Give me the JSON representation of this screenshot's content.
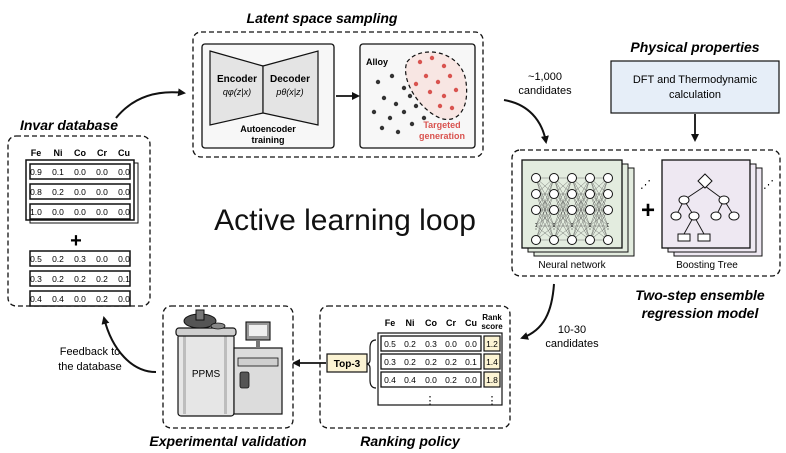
{
  "title": "Active learning loop",
  "invar_db": {
    "title": "Invar database",
    "columns": [
      "Fe",
      "Ni",
      "Co",
      "Cr",
      "Cu"
    ],
    "rows_top": [
      [
        "0.9",
        "0.1",
        "0.0",
        "0.0",
        "0.0"
      ],
      [
        "0.8",
        "0.2",
        "0.0",
        "0.0",
        "0.0"
      ],
      [
        "1.0",
        "0.0",
        "0.0",
        "0.0",
        "0.0"
      ]
    ],
    "plus": "+",
    "rows_bottom": [
      [
        "0.5",
        "0.2",
        "0.3",
        "0.0",
        "0.0"
      ],
      [
        "0.3",
        "0.2",
        "0.2",
        "0.2",
        "0.1"
      ],
      [
        "0.4",
        "0.4",
        "0.0",
        "0.2",
        "0.0"
      ]
    ]
  },
  "latent": {
    "title": "Latent space sampling",
    "encoder_label": "Encoder",
    "encoder_formula": "qφ(z|x)",
    "decoder_label": "Decoder",
    "decoder_formula": "pθ(x|z)",
    "autoencoder_line1": "Autoencoder",
    "autoencoder_line2": "training",
    "alloy_label": "Alloy",
    "targeted_line1": "Targeted",
    "targeted_line2": "generation"
  },
  "candidates_1000": {
    "line1": "~1,000",
    "line2": "candidates"
  },
  "physical": {
    "title": "Physical properties",
    "box_line1": "DFT and Thermodynamic",
    "box_line2": "calculation"
  },
  "regression": {
    "nn_label": "Neural network",
    "plus": "+",
    "bt_label": "Boosting Tree",
    "title_line1": "Two-step ensemble",
    "title_line2": "regression model"
  },
  "candidates_10_30": {
    "line1": "10-30",
    "line2": "candidates"
  },
  "ranking": {
    "title": "Ranking policy",
    "columns": [
      "Fe",
      "Ni",
      "Co",
      "Cr",
      "Cu"
    ],
    "rank_header_line1": "Rank",
    "rank_header_line2": "score",
    "rows": [
      [
        "0.5",
        "0.2",
        "0.3",
        "0.0",
        "0.0"
      ],
      [
        "0.3",
        "0.2",
        "0.2",
        "0.2",
        "0.1"
      ],
      [
        "0.4",
        "0.4",
        "0.0",
        "0.2",
        "0.0"
      ]
    ],
    "scores": [
      "1.2",
      "1.4",
      "1.8"
    ],
    "top_label": "Top-3"
  },
  "experimental": {
    "title": "Experimental validation",
    "device_label": "PPMS"
  },
  "feedback": {
    "line1": "Feedback to",
    "line2": "the database"
  },
  "colors": {
    "panel_bg": "#f7f7f7",
    "nn_bg": "#e3ecdf",
    "bt_bg": "#eee8f2",
    "dft_bg": "#e6eef8",
    "accent_red": "#d9534f",
    "score_bg": "#fbf3d3",
    "latent_bg": "#f8e6e3"
  }
}
